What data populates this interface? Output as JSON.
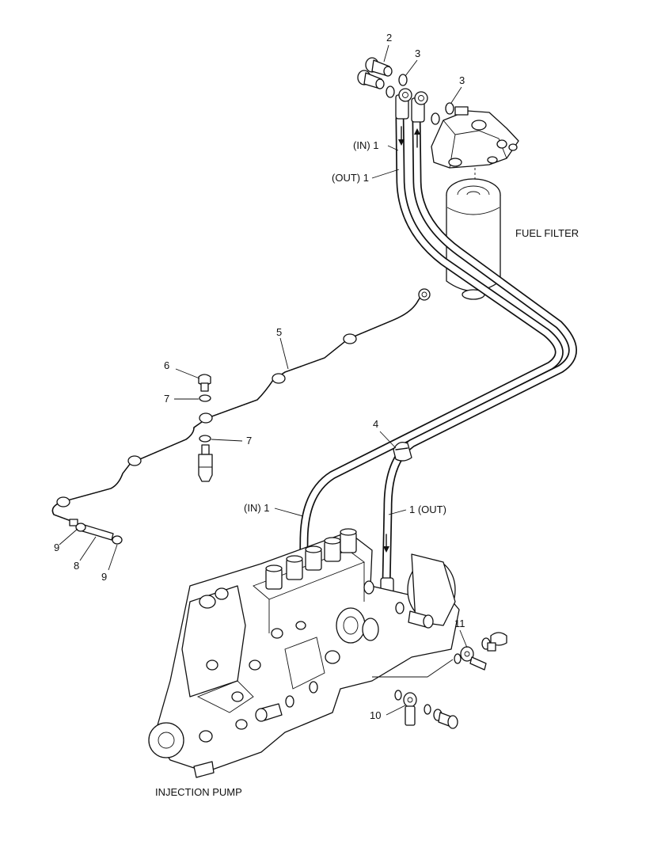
{
  "labels": {
    "fuel_filter": "FUEL FILTER",
    "injection_pump": "INJECTION PUMP",
    "hose_in_top": "(IN) 1",
    "hose_out_top": "(OUT) 1",
    "hose_in_bottom": "(IN) 1",
    "hose_out_bottom": "1 (OUT)",
    "callout_2": "2",
    "callout_3a": "3",
    "callout_3b": "3",
    "callout_4": "4",
    "callout_5": "5",
    "callout_6": "6",
    "callout_7a": "7",
    "callout_7b": "7",
    "callout_8": "8",
    "callout_9a": "9",
    "callout_9b": "9",
    "callout_10": "10",
    "callout_11": "11"
  }
}
